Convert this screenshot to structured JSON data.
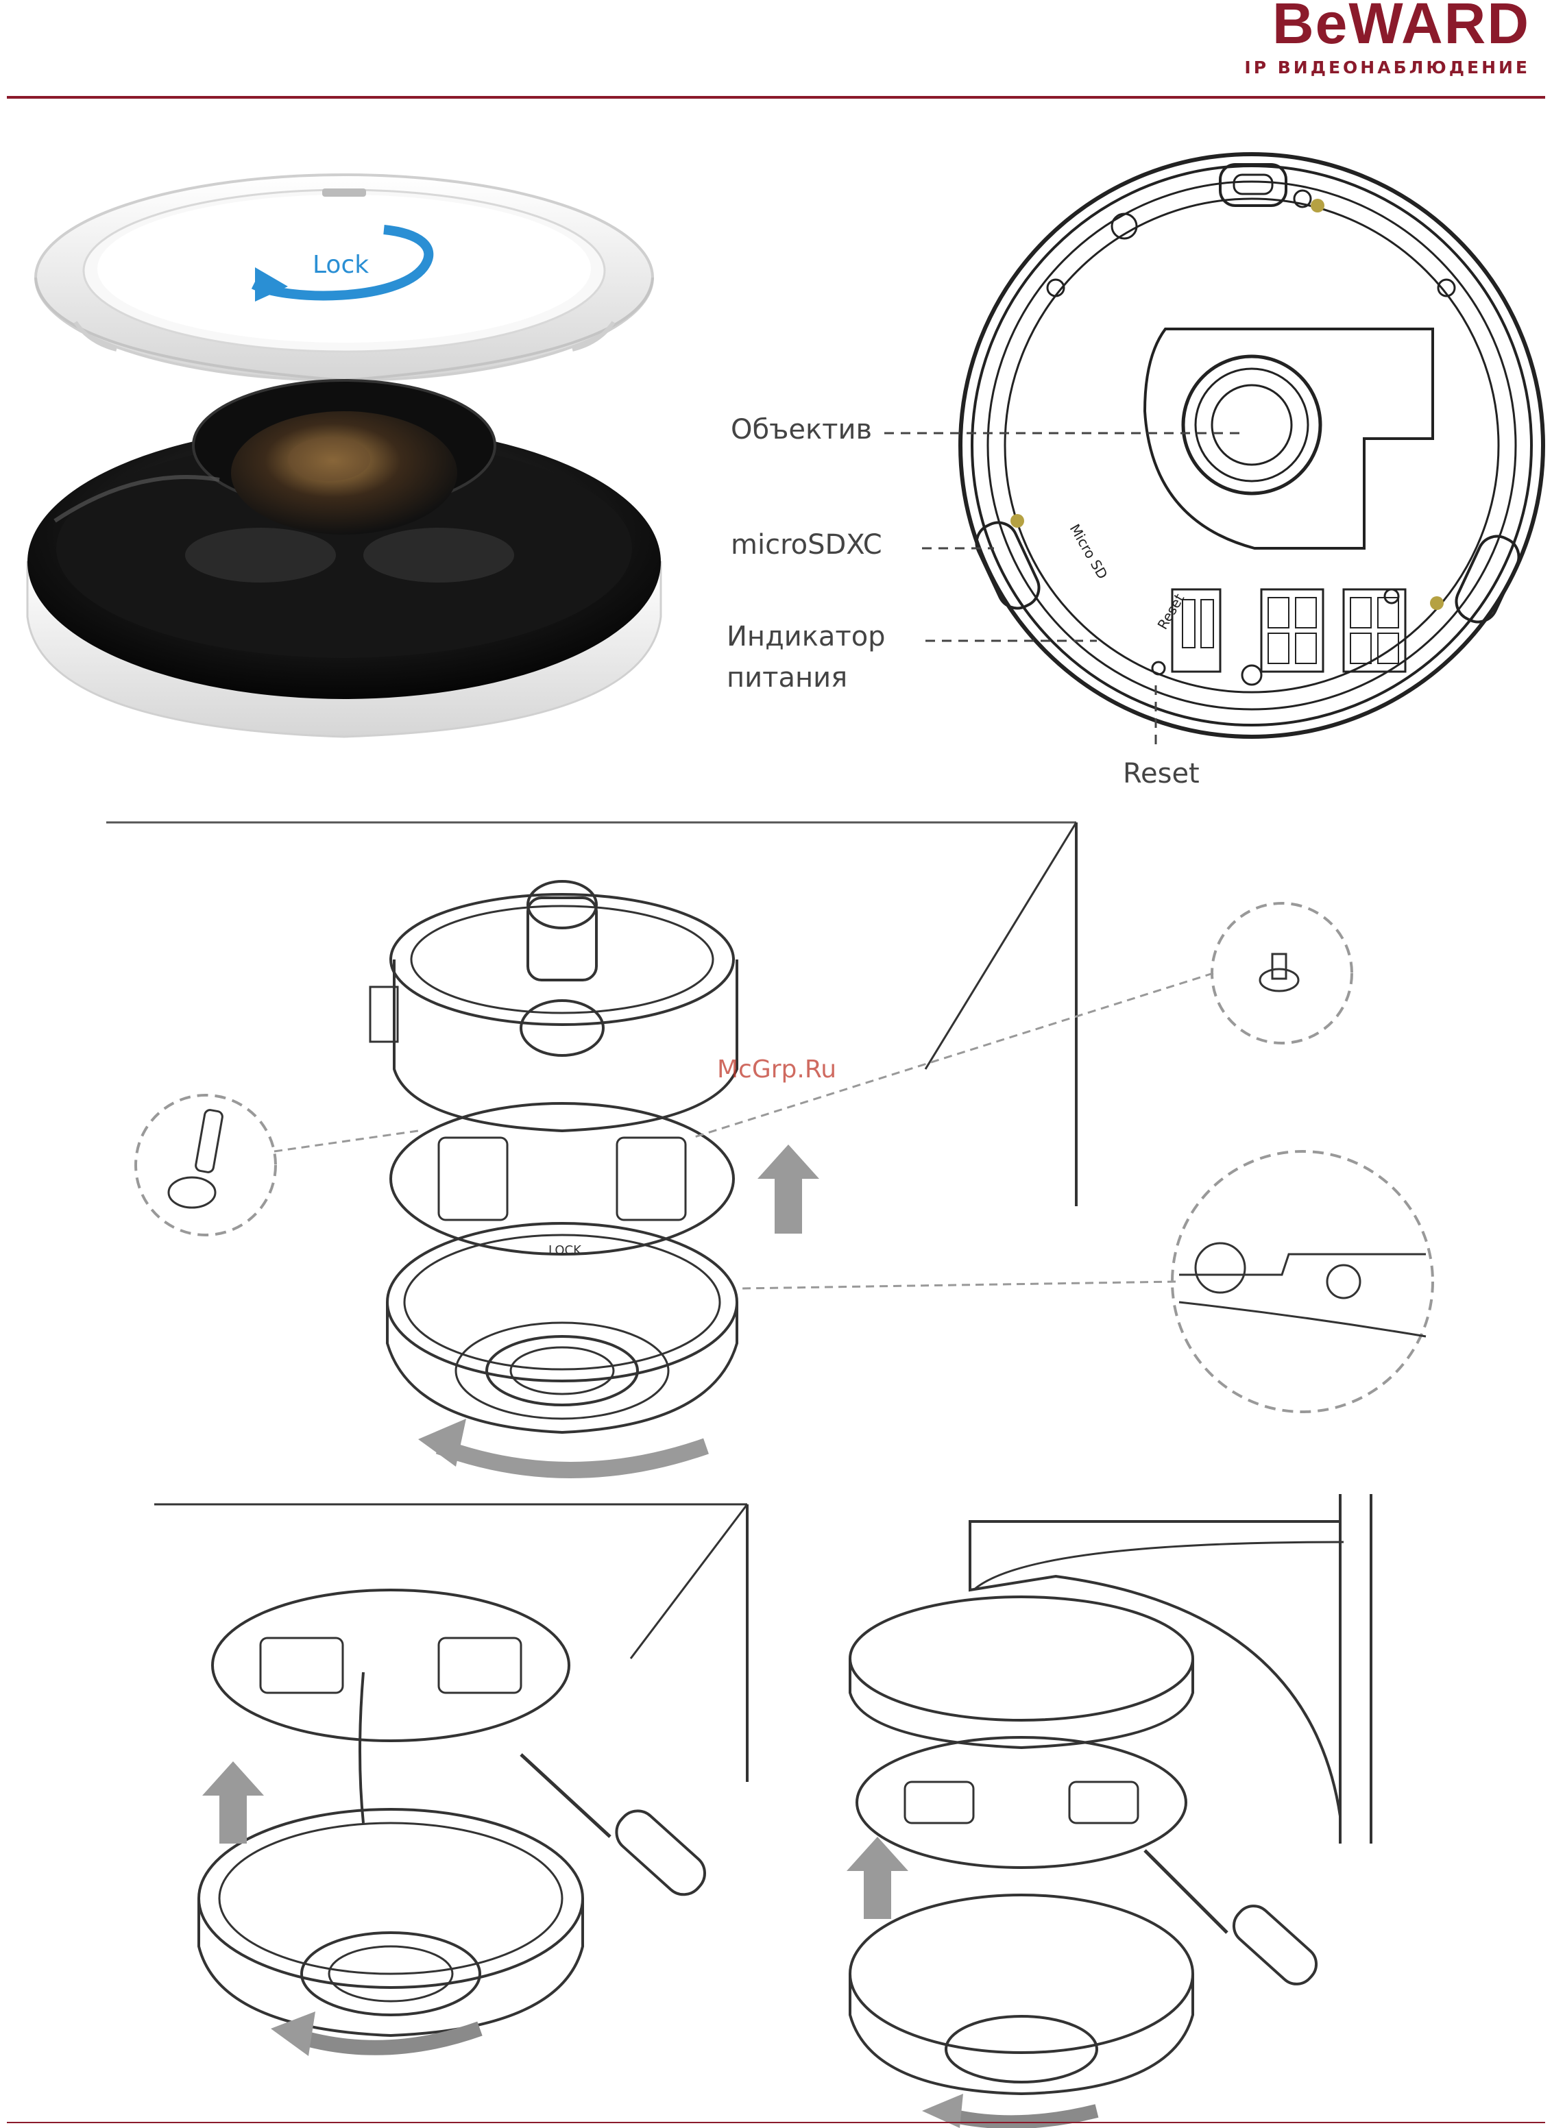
{
  "brand": {
    "logo_text": "BeWARD",
    "tagline": "IP ВИДЕОНАБЛЮДЕНИЕ",
    "color": "#8b1a2b"
  },
  "figure_top_left": {
    "lock_label": "Lock"
  },
  "figure_top_right": {
    "callouts": [
      "Объектив",
      "microSDXC",
      "Индикатор",
      "питания",
      "Reset"
    ],
    "board_labels": [
      "Micro SD",
      "Reset"
    ]
  },
  "dome_ring": {
    "text": "LOCK"
  },
  "watermark": "McGrp.Ru",
  "colors": {
    "accent_blue": "#2a8fd4",
    "marker_red": "#e23a3a",
    "arrow_gray": "#9a9a9a",
    "line_gray": "#333333"
  }
}
